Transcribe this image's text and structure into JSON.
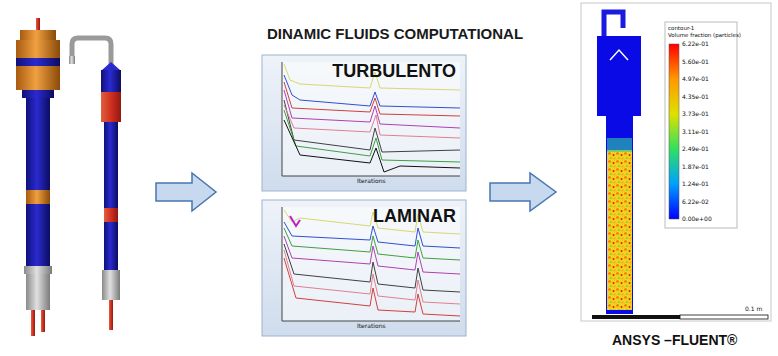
{
  "diagram": {
    "title": "DINAMIC FLUIDS COMPUTATIONAL",
    "nodes": [
      {
        "text": [
          "TURBULENTO"
        ]
      },
      {
        "text": [
          "LAMINAR"
        ]
      }
    ],
    "labels": [
      "Iterations",
      "Iterations",
      "contour-1",
      "Volume fraction (particles)",
      "6.22e-01",
      "5.60e-01",
      "4.97e-01",
      "4.35e-01",
      "3.73e-01",
      "3.11e-01",
      "2.49e-01",
      "1.87e-01",
      "1.24e-01",
      "6.22e-02",
      "0.00e+00",
      "0.1 m",
      "ANSYS –FLUENT®"
    ]
  }
}
